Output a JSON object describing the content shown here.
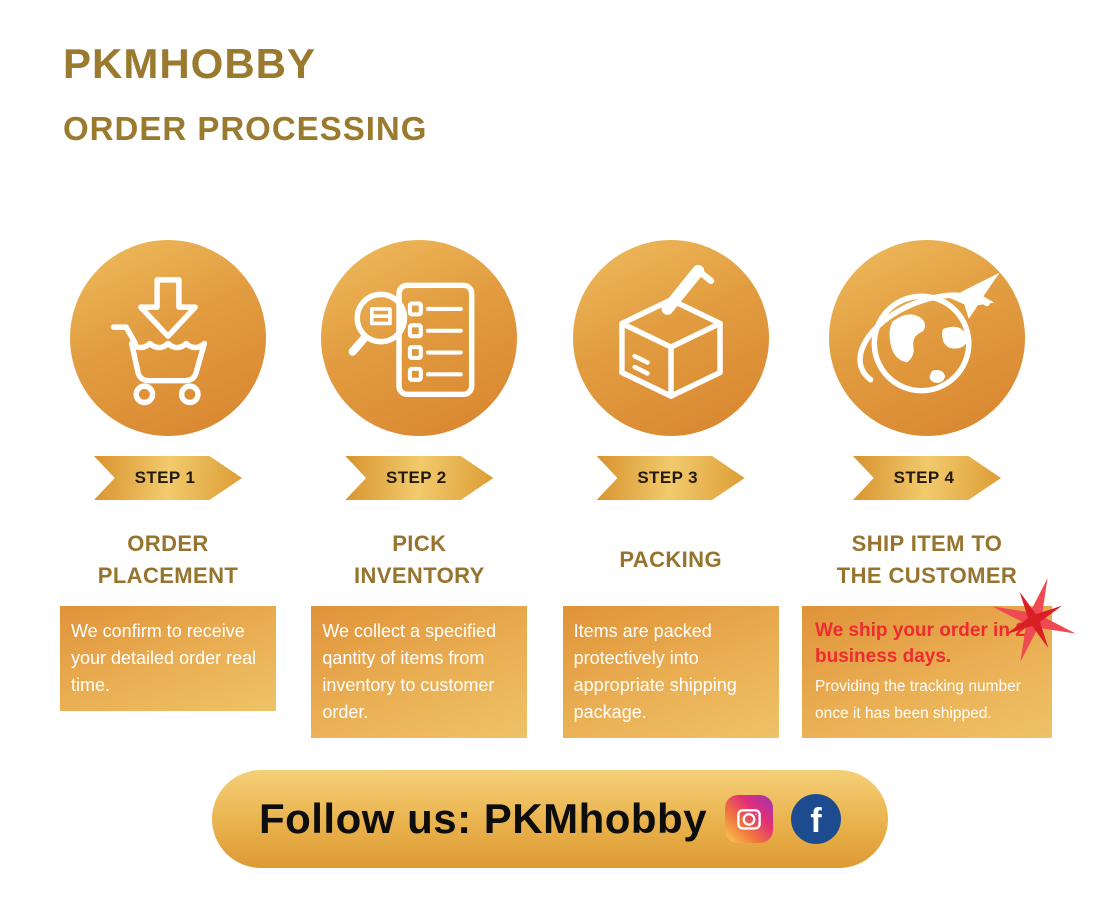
{
  "header": {
    "brand": "PKMHOBBY",
    "subtitle": "ORDER PROCESSING"
  },
  "steps": [
    {
      "badge": "STEP 1",
      "title": "ORDER\nPLACEMENT",
      "description": "We confirm to receive your detailed order real time.",
      "icon": "cart-download-icon"
    },
    {
      "badge": "STEP 2",
      "title": "PICK\nINVENTORY",
      "description": "We collect a specified qantity of items from inventory to customer order.",
      "icon": "pick-inventory-checklist-icon"
    },
    {
      "badge": "STEP 3",
      "title": "PACKING",
      "description": "Items are packed protectively into appropriate shipping package.",
      "icon": "packing-box-icon"
    },
    {
      "badge": "STEP 4",
      "title": "SHIP ITEM TO\nTHE CUSTOMER",
      "description_highlight": "We ship your order in 2 business days.",
      "description": "Providing the tracking number once it has been shipped.",
      "icon": "globe-airplane-icon"
    }
  ],
  "footer": {
    "follow_text": "Follow us: PKMhobby",
    "facebook_glyph": "f",
    "social": [
      "instagram-icon",
      "facebook-icon"
    ]
  },
  "colors": {
    "brand_gold": "#9a7a2e",
    "circle_orange": "#d8842e",
    "circle_gold": "#eebd5e",
    "badge_text": "#221a10",
    "desc_text": "#ffffff",
    "highlight_red": "#ee2b31",
    "facebook_blue": "#1c4b8f",
    "background": "#ffffff"
  }
}
